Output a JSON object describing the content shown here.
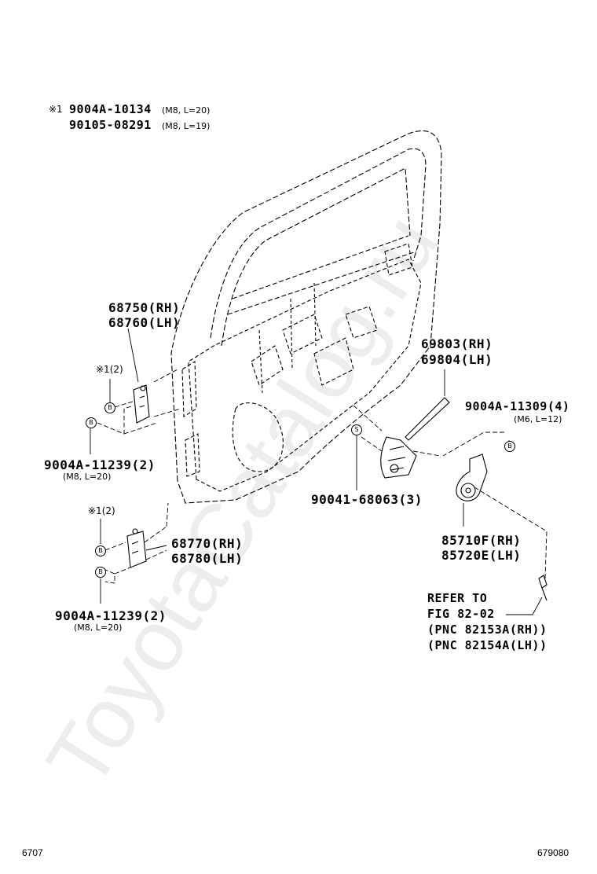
{
  "header_notes": {
    "mark": "※1",
    "line1_part": "9004A-10134",
    "line1_spec": "(M8, L=20)",
    "line2_part": "90105-08291",
    "line2_spec": "(M8, L=19)"
  },
  "parts": {
    "hinge_upper": {
      "rh": "68750(RH)",
      "lh": "68760(LH)"
    },
    "hinge_upper_note": "※1(2)",
    "bolt_upper": {
      "part": "9004A-11239(2)",
      "spec": "(M8, L=20)"
    },
    "hinge_lower": {
      "rh": "68770(RH)",
      "lh": "68780(LH)"
    },
    "hinge_lower_note": "※1(2)",
    "bolt_lower": {
      "part": "9004A-11239(2)",
      "spec": "(M8, L=20)"
    },
    "regulator": {
      "rh": "69803(RH)",
      "lh": "69804(LH)"
    },
    "regulator_bolt": {
      "part": "9004A-11309(4)",
      "spec": "(M6, L=12)"
    },
    "regulator_screw": "90041-68063(3)",
    "motor": {
      "rh": "85710F(RH)",
      "lh": "85720E(LH)"
    },
    "refer": {
      "line1": "REFER TO",
      "line2": "FIG 82-02",
      "line3": "(PNC 82153A(RH))",
      "line4": "(PNC 82154A(LH))"
    }
  },
  "markers": {
    "b": "B",
    "s": "S"
  },
  "footer": {
    "left": "6707",
    "right": "679080"
  },
  "watermark": "ToyotaCatalog.ru"
}
